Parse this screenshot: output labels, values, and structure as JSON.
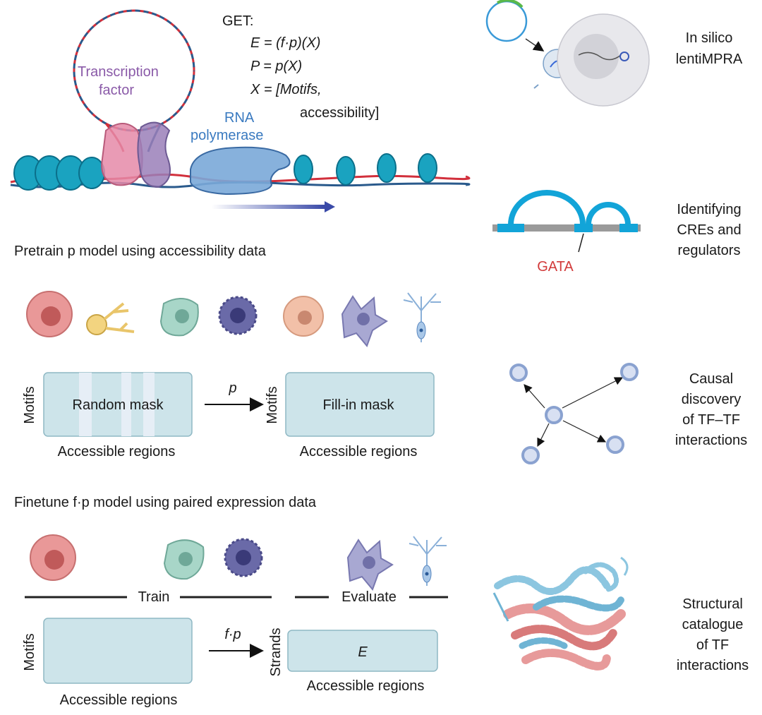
{
  "get": {
    "title": "GET:",
    "eq1": "E = (f·p)(X)",
    "eq2": "P = p(X)",
    "eq3a": "X = [Motifs,",
    "eq3b": "accessibility]"
  },
  "labels": {
    "tf_line1": "Transcription",
    "tf_line2": "factor",
    "rnap_line1": "RNA",
    "rnap_line2": "polymerase"
  },
  "pretrain": {
    "heading": "Pretrain p model using accessibility data",
    "box1_text": "Random mask",
    "box1_axis": "Motifs",
    "box1_caption": "Accessible regions",
    "arrow_label": "p",
    "box2_text": "Fill-in mask",
    "box2_axis": "Motifs",
    "box2_caption": "Accessible regions"
  },
  "finetune": {
    "heading": "Finetune f·p model using paired expression data",
    "train_label": "Train",
    "evaluate_label": "Evaluate",
    "box1_axis": "Motifs",
    "box1_caption": "Accessible regions",
    "arrow_label": "f·p",
    "box2_axis": "Strands",
    "box2_text": "E",
    "box2_caption": "Accessible regions"
  },
  "applications": {
    "app1_line1": "In silico",
    "app1_line2": "lentiMPRA",
    "app2_line1": "Identifying",
    "app2_line2": "CREs and",
    "app2_line3": "regulators",
    "gata_label": "GATA",
    "app3_line1": "Causal",
    "app3_line2": "discovery",
    "app3_line3": "of TF–TF",
    "app3_line4": "interactions",
    "app4_line1": "Structural",
    "app4_line2": "catalogue",
    "app4_line3": "of TF",
    "app4_line4": "interactions"
  },
  "colors": {
    "dna_red": "#d2303c",
    "dna_blue": "#2a5a8c",
    "nucleosome": "#1aa3c0",
    "tf_pink": "#e58aa8",
    "tf_purple": "#9a7fb8",
    "rnap_blue": "#7aa8d8",
    "box_fill": "#cde4ea",
    "arc_blue": "#12a4d8",
    "gata_red": "#d23a3a",
    "node_blue": "#8aa2d0"
  }
}
